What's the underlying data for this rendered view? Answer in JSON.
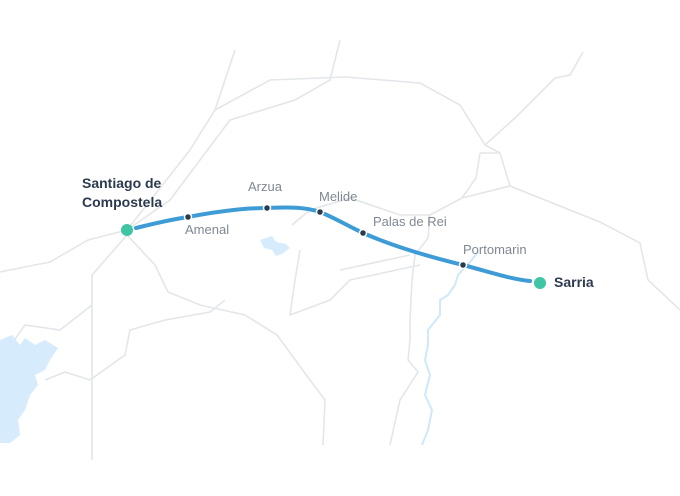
{
  "map": {
    "route_color": "#3d9cd6",
    "endpoint_color": "#3fc4a4",
    "start": {
      "name_line1": "Santiago de",
      "name_line2": "Compostela"
    },
    "end": {
      "name": "Sarria"
    },
    "stops": [
      "Amenal",
      "Arzua",
      "Melide",
      "Palas de Rei",
      "Portomarin"
    ]
  }
}
